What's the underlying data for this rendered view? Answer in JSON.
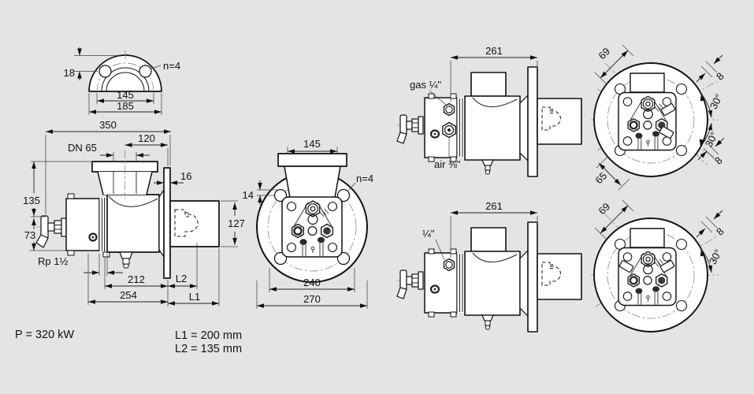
{
  "notes": {
    "power": "P = 320 kW",
    "l1": "L1 = 200 mm",
    "l2": "L2 = 135 mm"
  },
  "half_flange_view": {
    "d18": "18",
    "d145": "145",
    "d185": "185",
    "holes": "n=4"
  },
  "left_side_view": {
    "d350": "350",
    "dn": "DN 65",
    "d120": "120",
    "d16": "16",
    "d135": "135",
    "d73": "73",
    "d127": "127",
    "rp": "Rp 1½",
    "d212": "212",
    "d254": "254",
    "l2": "L2",
    "l1": "L1"
  },
  "center_front_view": {
    "d145": "145",
    "d14": "14",
    "holes": "n=4",
    "d240": "240",
    "d270": "270"
  },
  "gas_side_view": {
    "d261": "261",
    "gas_port": "gas ¼\"",
    "air_port": "air ⅜\""
  },
  "gas_front_view": {
    "d69": "69",
    "d8_top": "8",
    "a30_top": "30°",
    "a30_bottom": "30°",
    "d8_bottom": "8",
    "d65": "65"
  },
  "oil_side_view": {
    "d261": "261",
    "port": "¼\""
  },
  "oil_front_view": {
    "d69": "69",
    "d8": "8",
    "a30": "30°"
  },
  "colors": {
    "background": "#e4e4e4",
    "line": "#111111"
  }
}
